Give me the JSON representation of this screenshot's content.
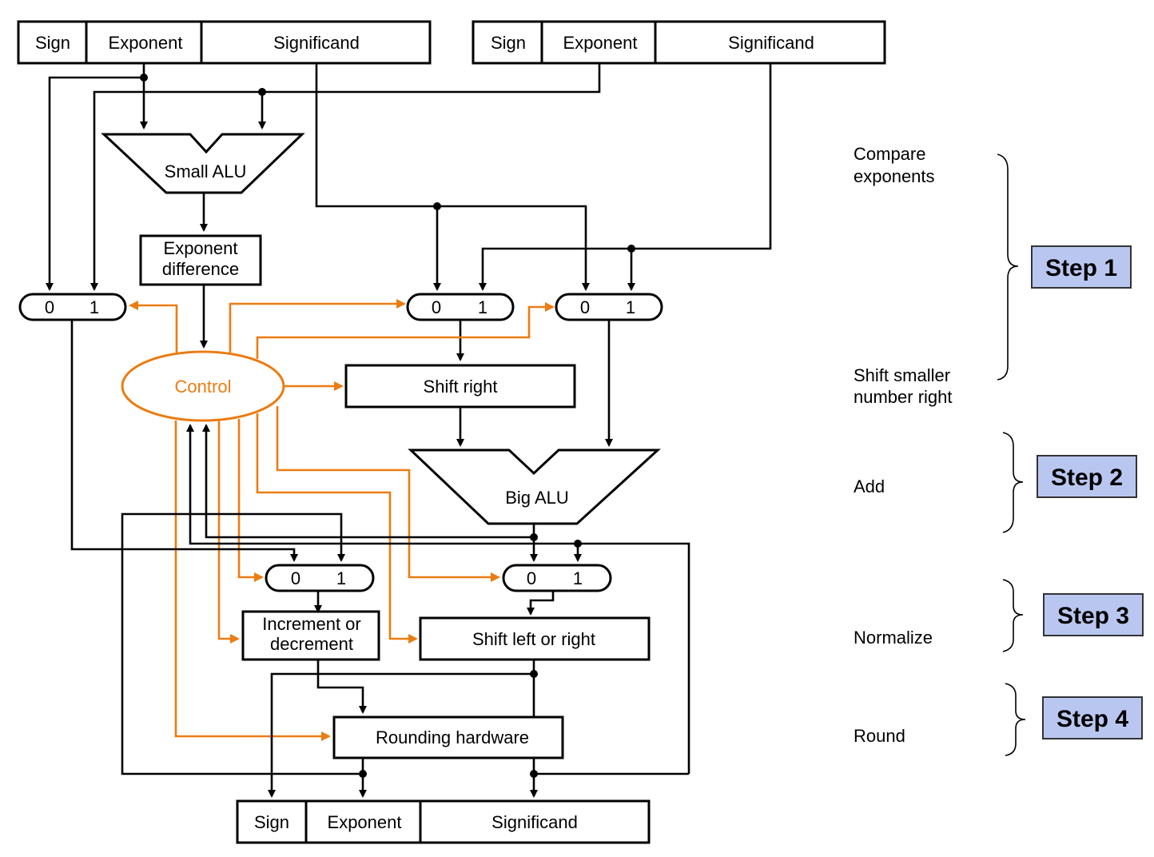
{
  "inputs": [
    {
      "fields": [
        "Sign",
        "Exponent",
        "Significand"
      ]
    },
    {
      "fields": [
        "Sign",
        "Exponent",
        "Significand"
      ]
    }
  ],
  "output": {
    "fields": [
      "Sign",
      "Exponent",
      "Significand"
    ]
  },
  "blocks": {
    "small_alu": "Small ALU",
    "exponent_difference": [
      "Exponent",
      "difference"
    ],
    "control": "Control",
    "shift_right": "Shift right",
    "big_alu": "Big ALU",
    "increment_decrement": [
      "Increment or",
      "decrement"
    ],
    "shift_left_right": "Shift left or right",
    "rounding": "Rounding hardware"
  },
  "mux_labels": [
    "0",
    "1"
  ],
  "steps": [
    {
      "label": "Step 1",
      "descriptions": [
        "Compare exponents",
        "Shift smaller number right"
      ],
      "desc_lines_top": [
        "Compare",
        "exponents"
      ],
      "desc_lines_bottom": [
        "Shift smaller",
        "number right"
      ]
    },
    {
      "label": "Step 2",
      "descriptions": [
        "Add"
      ]
    },
    {
      "label": "Step 3",
      "descriptions": [
        "Normalize"
      ]
    },
    {
      "label": "Step 4",
      "descriptions": [
        "Round"
      ]
    }
  ],
  "colors": {
    "control": "#EB7C12",
    "step_fill": "#B9C7F0",
    "wire": "#000000"
  }
}
